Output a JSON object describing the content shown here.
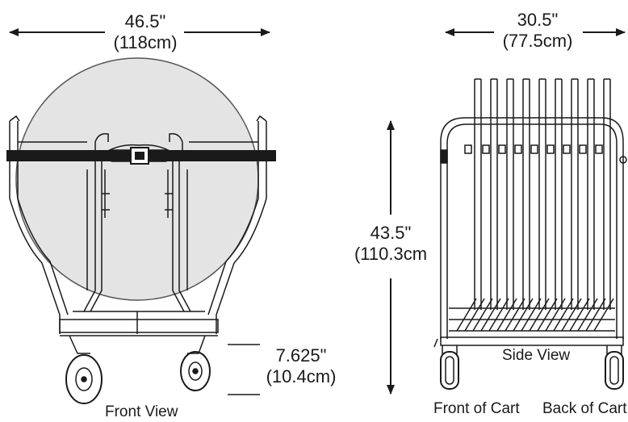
{
  "dimensions": {
    "front_width": {
      "inches": "46.5\"",
      "cm": "(118cm)"
    },
    "side_width": {
      "inches": "30.5\"",
      "cm": "(77.5cm)"
    },
    "height": {
      "inches": "43.5\"",
      "cm": "(110.3cm"
    },
    "wheel_height": {
      "inches": "7.625\"",
      "cm": "(10.4cm)"
    }
  },
  "captions": {
    "front_view": "Front View",
    "side_view": "Side View",
    "front_of_cart": "Front of Cart",
    "back_of_cart": "Back of Cart"
  },
  "colors": {
    "line": "#1a1a1a",
    "table_fill": "#e4e4e4",
    "strap": "#1a1a1a"
  }
}
